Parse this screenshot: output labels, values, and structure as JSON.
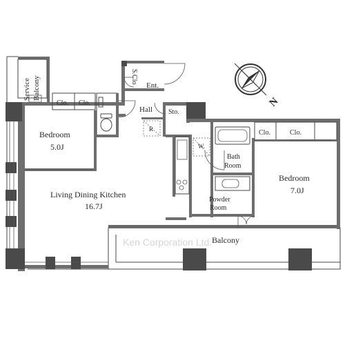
{
  "rooms": {
    "service_balcony": "Service\nBalcony",
    "ent": "Ent.",
    "s_clo": "S.Clo",
    "hall": "Hall",
    "sto": "Sto.",
    "clo_1": "Clo.",
    "clo_2": "Clo.",
    "clo_3": "Clo.",
    "clo_4": "Clo.",
    "bedroom_small_name": "Bedroom",
    "bedroom_small_size": "5.0J",
    "bedroom_large_name": "Bedroom",
    "bedroom_large_size": "7.0J",
    "ldk_name": "Living Dining Kitchen",
    "ldk_size": "16.7J",
    "w": "W.",
    "r": "R",
    "bath_line1": "Bath",
    "bath_line2": "Room",
    "powder_line1": "Powder",
    "powder_line2": "Room",
    "balcony": "Balcony"
  },
  "compass": {
    "north_label": "N"
  },
  "watermark": "Ken Corporation Ltd."
}
